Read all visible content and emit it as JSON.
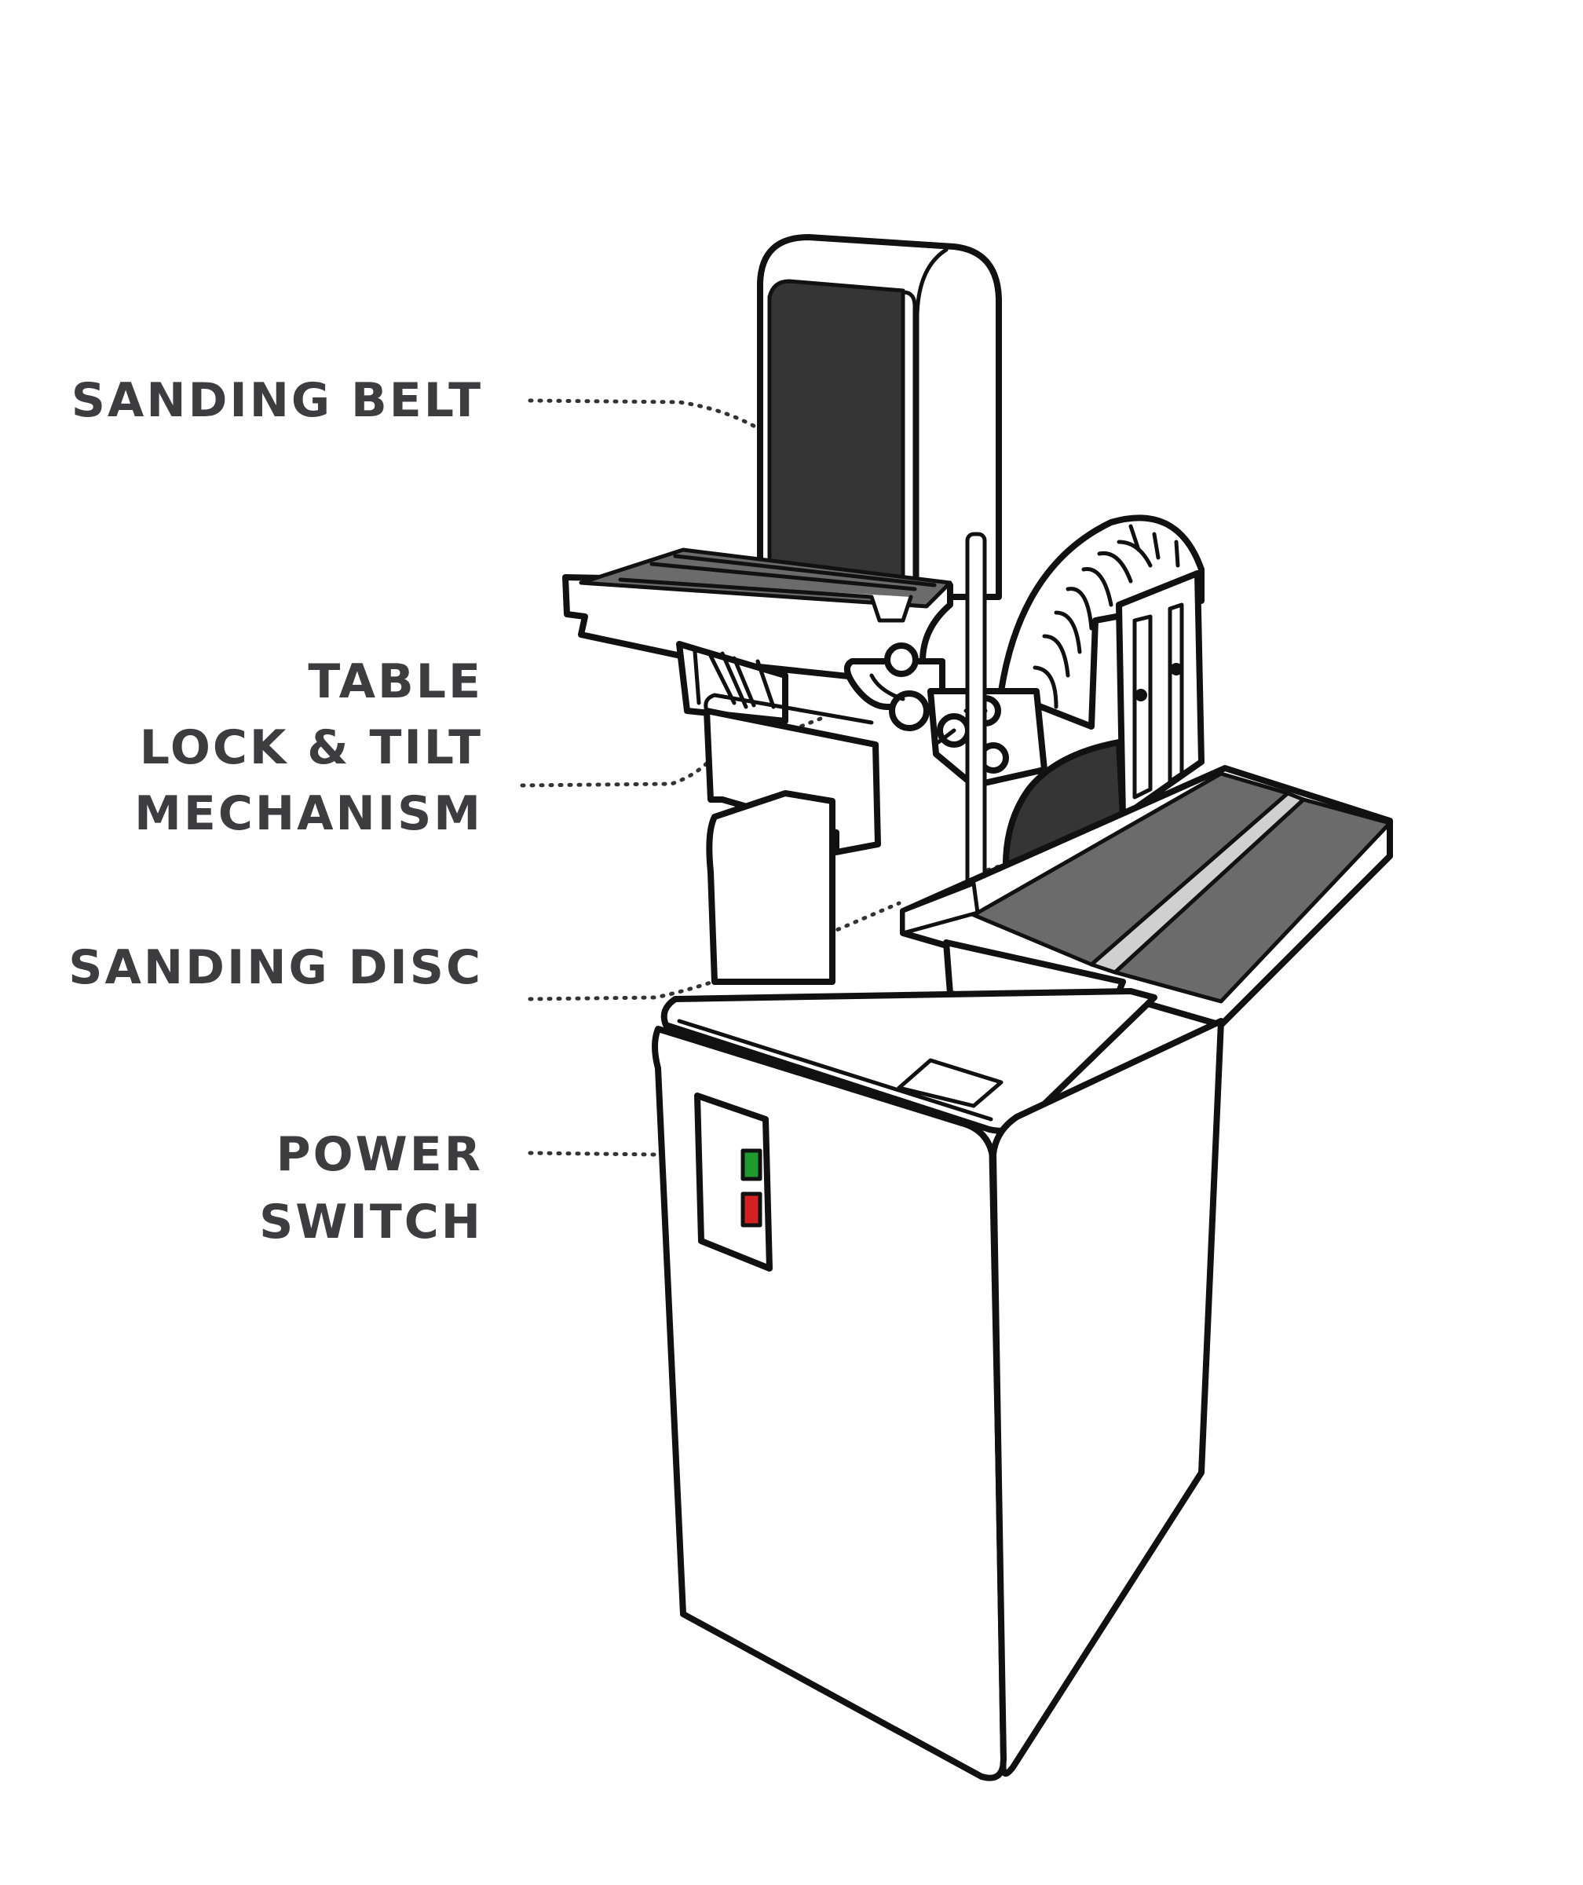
{
  "labels": {
    "sanding_belt": [
      "SANDING BELT"
    ],
    "table_lock_tilt": [
      "TABLE",
      "LOCK & TILT",
      "MECHANISM"
    ],
    "sanding_disc": [
      "SANDING DISC"
    ],
    "power_switch": [
      "POWER",
      "SWITCH"
    ]
  },
  "colors": {
    "label_text": "#3d3d3f",
    "outline": "#111111",
    "belt_fill": "#353535",
    "table_fill": "#6b6b6b",
    "switch_on": "#1f9a2e",
    "switch_off": "#d42020",
    "body_fill": "#ffffff"
  },
  "icons": {
    "switch_on": "green-button-icon",
    "switch_off": "red-button-icon"
  }
}
